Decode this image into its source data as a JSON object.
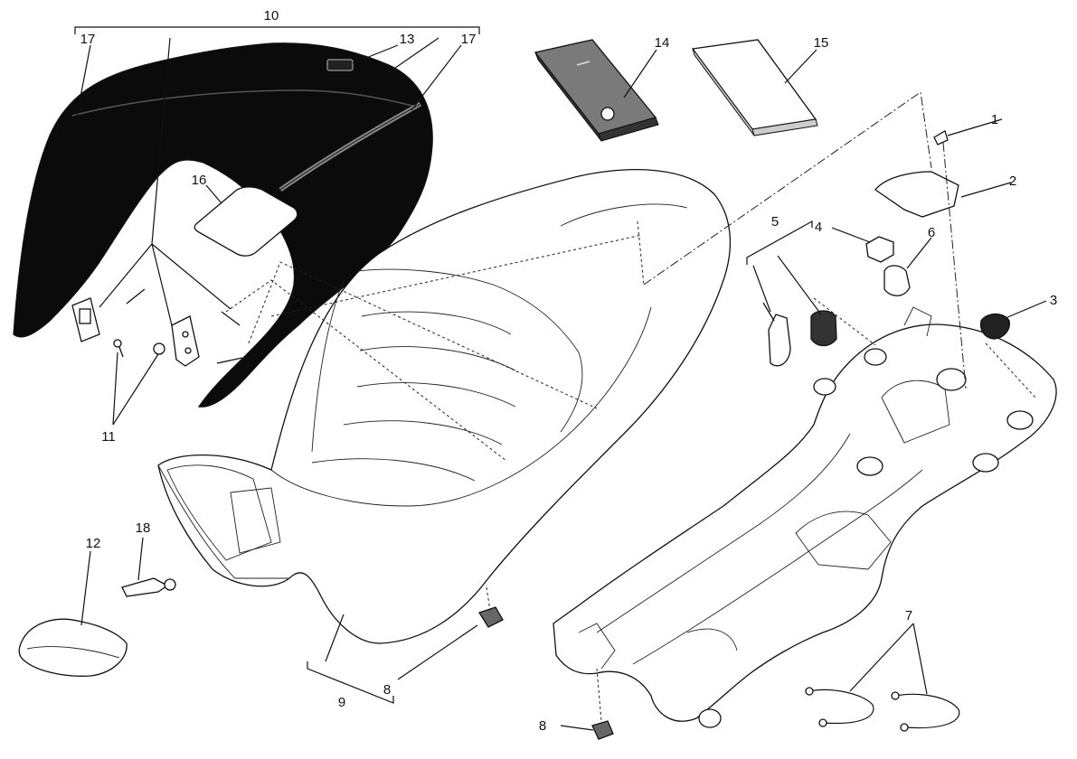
{
  "diagram": {
    "labels": [
      "1",
      "2",
      "3",
      "4",
      "5",
      "6",
      "7",
      "8",
      "8",
      "9",
      "10",
      "11",
      "12",
      "13",
      "14",
      "15",
      "16",
      "17",
      "17",
      "18"
    ],
    "colors": {
      "line": "#111111",
      "shell_fill": "#0b0b0b",
      "part_fill": "#ffffff",
      "grey": "#9a9a9a"
    }
  }
}
